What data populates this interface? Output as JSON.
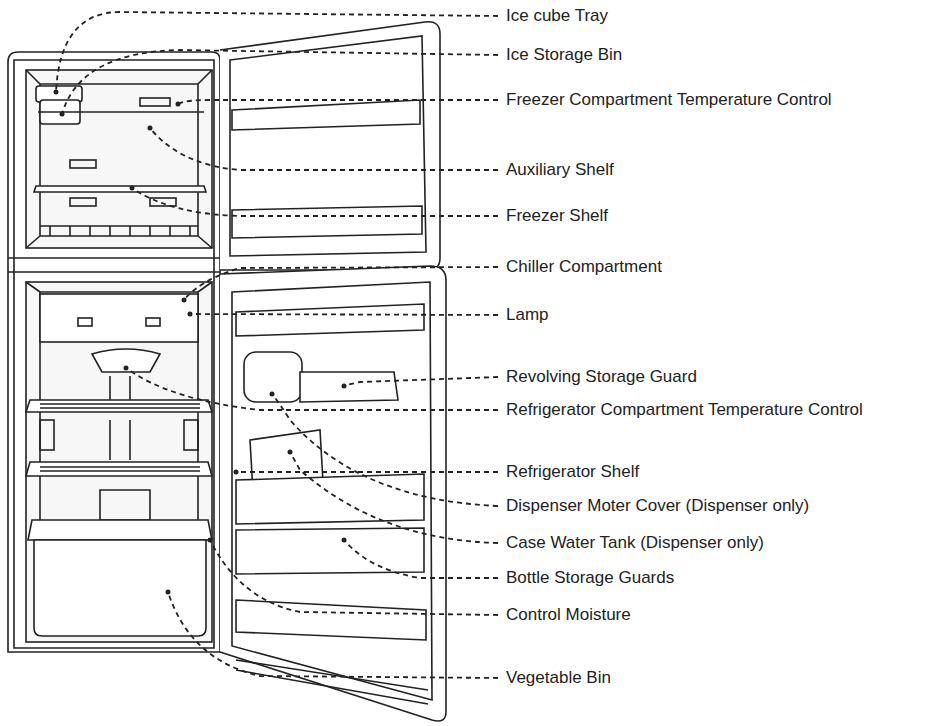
{
  "diagram": {
    "labels": [
      "Ice cube Tray",
      "Ice Storage Bin",
      "Freezer Compartment Temperature Control",
      "Auxiliary Shelf",
      "Freezer Shelf",
      "Chiller Compartment",
      "Lamp",
      "Revolving Storage Guard",
      "Refrigerator Compartment Temperature Control",
      "Refrigerator Shelf",
      "Dispenser Moter Cover (Dispenser only)",
      "Case Water Tank (Dispenser only)",
      "Bottle Storage Guards",
      "Control Moisture",
      "Vegetable Bin"
    ]
  }
}
